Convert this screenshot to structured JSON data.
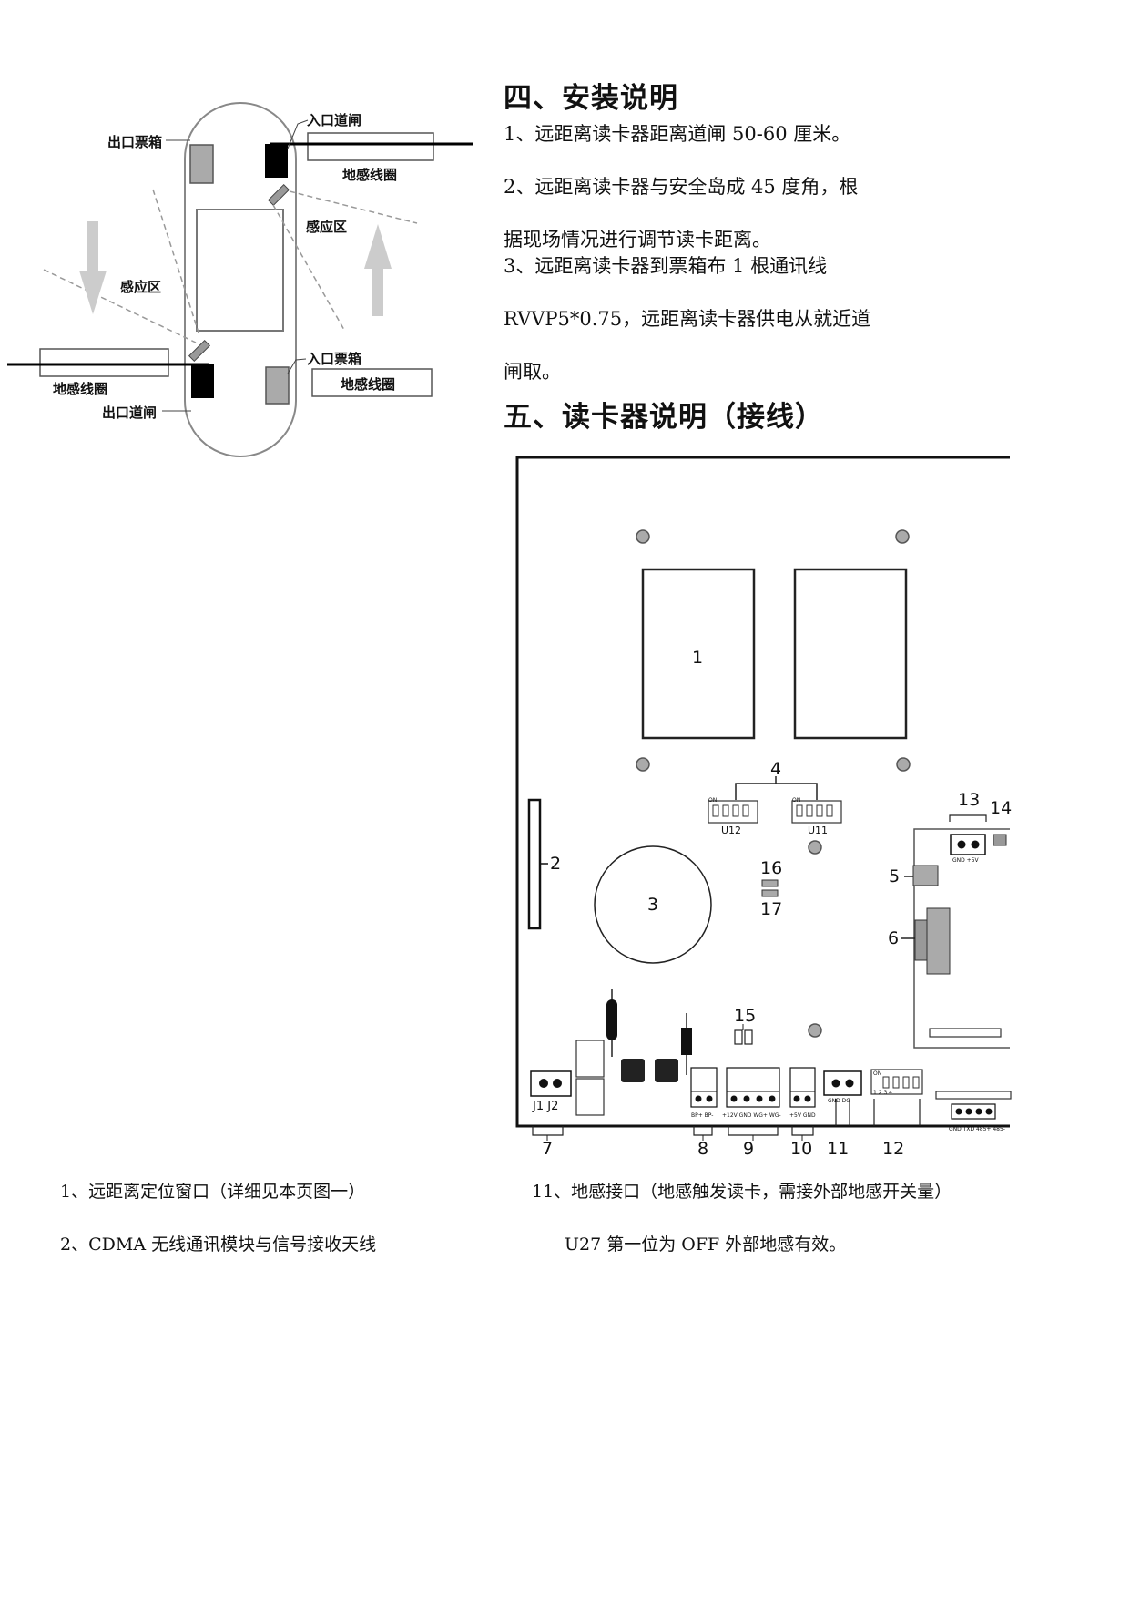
{
  "install": {
    "heading": "四、安装说明",
    "line1": "1、远距离读卡器距离道闸 50-60 厘米。",
    "line2a": "2、远距离读卡器与安全岛成 45 度角，根",
    "line2b": "据现场情况进行调节读卡距离。",
    "line3a": "3、远距离读卡器到票箱布 1 根通讯线",
    "line3b": "RVVP5*0.75，远距离读卡器供电从就近道",
    "line3c": "闸取。"
  },
  "reader": {
    "heading": "五、读卡器说明（接线）"
  },
  "diagram1": {
    "labels": {
      "entry_gate": "入口道闸",
      "exit_ticket_box": "出口票箱",
      "loop_coil_top": "地感线圈",
      "sensing_zone_right": "感应区",
      "sensing_zone_left": "感应区",
      "entry_ticket_box": "入口票箱",
      "loop_coil_left": "地感线圈",
      "loop_coil_right": "地感线圈",
      "exit_gate": "出口道闸"
    }
  },
  "board": {
    "numbers": [
      "1",
      "2",
      "3",
      "4",
      "5",
      "6",
      "7",
      "8",
      "9",
      "10",
      "11",
      "12",
      "13",
      "14",
      "15",
      "16",
      "17"
    ],
    "chip_labels": {
      "u12": "U12",
      "u11": "U11",
      "j1j2": "J1 J2"
    },
    "silk": {
      "c8": "BP+ BP-",
      "c9": "+12V GND WG+ WG-",
      "c10": "+5V GND",
      "c11": "GND DG",
      "c13": "GND +5V",
      "rs": "GND TXD 485+ 485-",
      "dip_on": "ON",
      "dip_pins": "1 2 3 4"
    }
  },
  "notes": {
    "left1": "1、远距离定位窗口（详细见本页图一）",
    "left2": "2、CDMA 无线通讯模块与信号接收天线",
    "right1": "11、地感接口（地感触发读卡，需接外部地感开关量）",
    "right2": "U27 第一位为 OFF 外部地感有效。"
  }
}
